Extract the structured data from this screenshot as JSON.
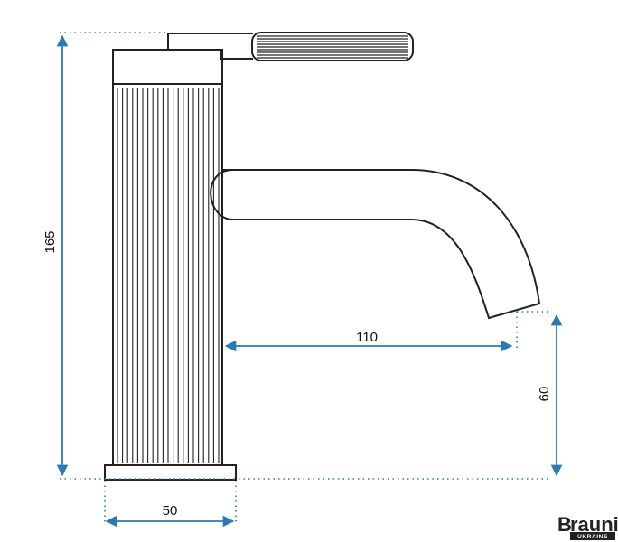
{
  "dimensions": {
    "height_total": "165",
    "spout_reach": "110",
    "spout_height": "60",
    "base_width": "50"
  },
  "logo": {
    "brand_initial": "B",
    "brand_rest": "rauni",
    "region": "UKRAINE"
  },
  "colors": {
    "outline": "#222222",
    "dimension_line": "#2a7ab5",
    "dimension_text": "#111111"
  }
}
